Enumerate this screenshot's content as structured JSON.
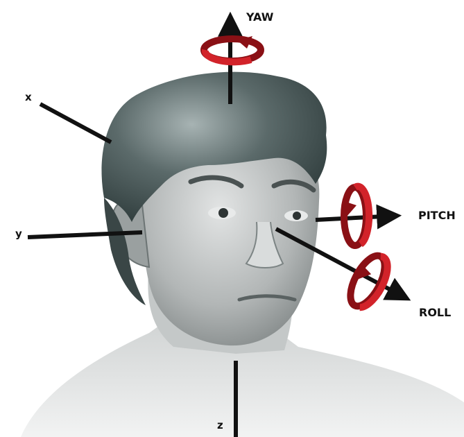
{
  "labels": {
    "yaw": "YAW",
    "pitch": "PITCH",
    "roll": "ROLL",
    "x": "x",
    "y": "y",
    "z": "z"
  },
  "colors": {
    "axis": "#111111",
    "rotation_arrow": "#d2232a",
    "rotation_arrow_dark": "#8a1015",
    "hair": "#3e4d4d",
    "skin": "#b9bcbc"
  },
  "icons": {
    "yaw_rotation": "rotate-arrow-icon",
    "pitch_rotation": "rotate-arrow-icon",
    "roll_rotation": "rotate-arrow-icon"
  }
}
